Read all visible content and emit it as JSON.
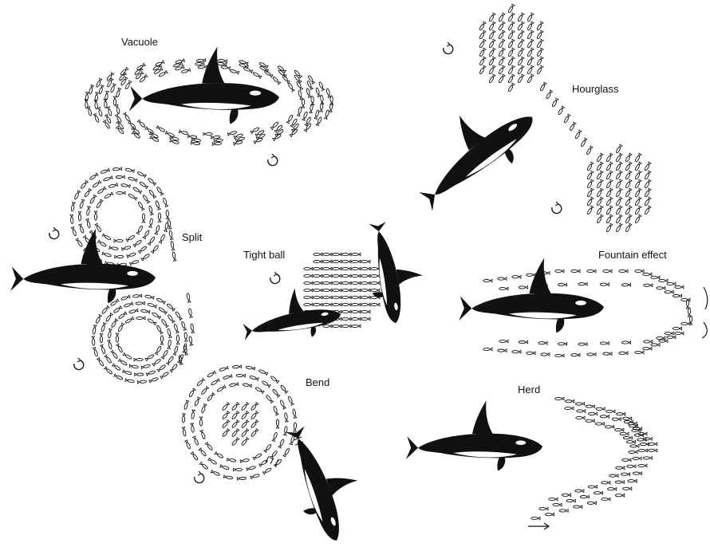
{
  "labels": {
    "vacuole": "Vacuole",
    "hourglass": "Hourglass",
    "split": "Split",
    "tight_ball": "Tight ball",
    "fountain_effect": "Fountain effect",
    "bend": "Bend",
    "herd": "Herd"
  },
  "colors": {
    "ink": "#111111",
    "paper": "#ffffff"
  },
  "icons": {
    "whale": "killer-whale-icon",
    "fish": "fish-icon",
    "rotation": "rotation-arrow-icon",
    "direction": "direction-arrow-icon"
  }
}
